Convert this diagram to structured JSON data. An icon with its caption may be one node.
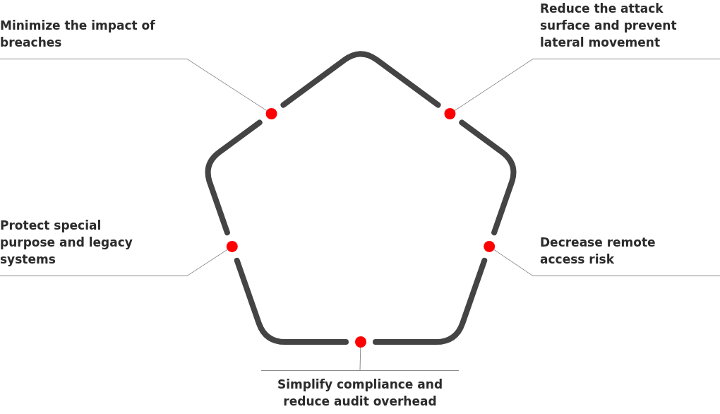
{
  "diagram": {
    "nodes": [
      {
        "text": [
          "Minimize the impact of breaches"
        ]
      },
      {
        "text": [
          "Reduce the attack surface and prevent lateral movement"
        ]
      },
      {
        "text": [
          "Protect special purpose and legacy systems"
        ]
      },
      {
        "text": [
          "Decrease remote access risk"
        ]
      },
      {
        "text": [
          "Simplify compliance and reduce audit overhead"
        ]
      },
      {
        "text": [],
        "shape": "circle"
      },
      {
        "text": [],
        "shape": "circle"
      },
      {
        "text": [],
        "shape": "circle"
      },
      {
        "text": [],
        "shape": "circle"
      },
      {
        "text": [],
        "shape": "circle"
      }
    ],
    "edges": [
      {
        "from": 0,
        "to": 5,
        "arrow": "none"
      },
      {
        "from": 1,
        "to": 6,
        "arrow": "none"
      },
      {
        "from": 2,
        "to": 7,
        "arrow": "none"
      },
      {
        "from": 3,
        "to": 8,
        "arrow": "none"
      },
      {
        "from": 4,
        "to": 9,
        "arrow": "none"
      }
    ]
  }
}
